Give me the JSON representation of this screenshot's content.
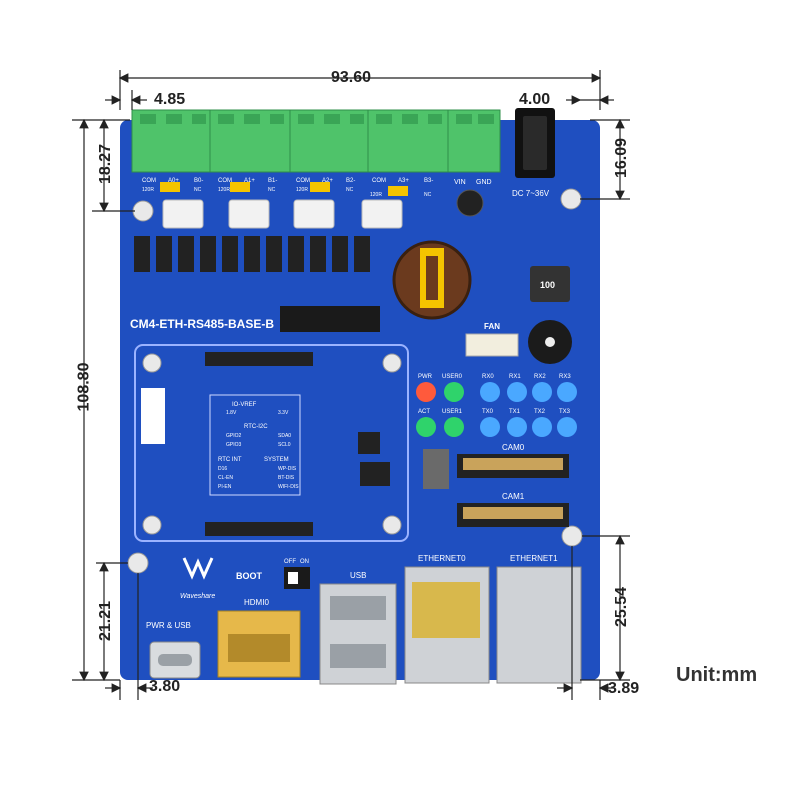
{
  "dimensions": {
    "width_total": "93.60",
    "left_terminal_offset": "4.85",
    "right_offset_top": "4.00",
    "left_top_height": "18.27",
    "right_top_height": "16.09",
    "height_total": "108.80",
    "left_bottom_height": "21.21",
    "right_bottom_height": "25.54",
    "bottom_left_offset": "3.80",
    "bottom_right_offset": "3.89"
  },
  "unit_label": "Unit:mm",
  "board": {
    "name": "CM4-ETH-RS485-BASE-B",
    "brand": "Waveshare",
    "labels": {
      "dc": "DC 7~36V",
      "vin": "VIN",
      "gnd": "GND",
      "fan": "FAN",
      "boot": "BOOT",
      "boot_off": "OFF",
      "boot_on": "ON",
      "usb": "USB",
      "hdmi": "HDMI0",
      "pwr_usb": "PWR & USB",
      "eth0": "ETHERNET0",
      "eth1": "ETHERNET1",
      "cam0": "CAM0",
      "cam1": "CAM1",
      "io_vref": "IO-VREF",
      "rtc_i2c": "RTC-I2C",
      "rtc_int": "RTC INT",
      "system": "SYSTEM",
      "pwr": "PWR",
      "user0": "USER0",
      "act": "ACT",
      "user1": "USER1",
      "coil": "100",
      "v18": "1.8V",
      "v33": "3.3V",
      "gpio2": "GPIO2",
      "gpio3": "GPIO3",
      "sda0": "SDA0",
      "scl0": "SCL0",
      "d16": "D16",
      "clen": "CL-EN",
      "pi_en": "PI-EN",
      "wp_dis": "WP-DIS",
      "bt_dis": "BT-DIS",
      "wifi_dis": "WIFI-DIS"
    },
    "rx_labels": [
      "RX0",
      "RX1",
      "RX2",
      "RX3"
    ],
    "tx_labels": [
      "TX0",
      "TX1",
      "TX2",
      "TX3"
    ],
    "terminal_labels": [
      "COM",
      "A0+",
      "B0-",
      "COM",
      "A1+",
      "B1-",
      "COM",
      "A2+",
      "B2-",
      "COM",
      "A3+",
      "B3-"
    ],
    "terminal_sub_labels": [
      "120R",
      "NC",
      "120R",
      "NC",
      "120R",
      "NC",
      "120R",
      "NC"
    ]
  },
  "colors": {
    "pcb": "#1f4fc0",
    "terminal": "#4fc36a",
    "dimension_line": "#222222"
  }
}
